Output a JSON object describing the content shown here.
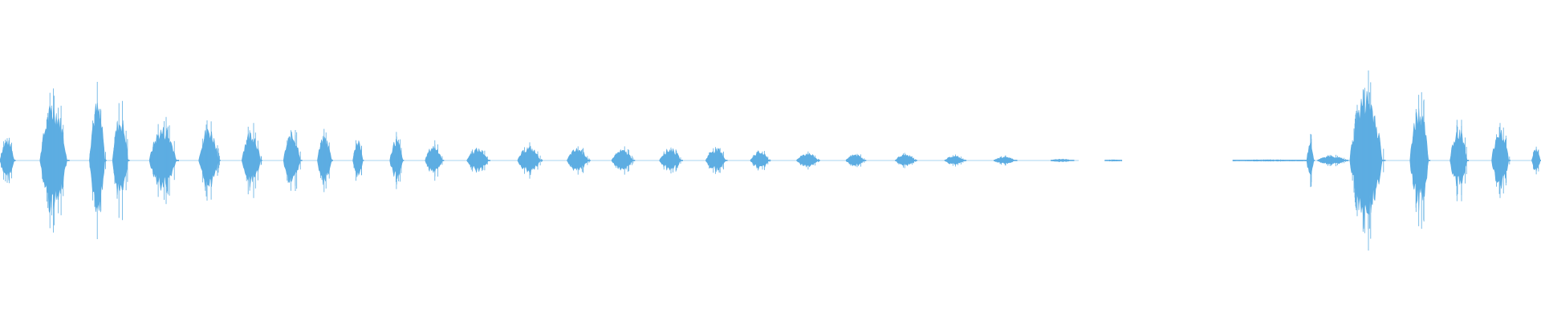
{
  "waveform": {
    "color": "#5dade2",
    "shape": "audio amplitude waveform",
    "segments": [
      {
        "start": 0.0,
        "end": 0.01,
        "amp": 0.14
      },
      {
        "start": 0.026,
        "end": 0.045,
        "amp": 0.38
      },
      {
        "start": 0.058,
        "end": 0.069,
        "amp": 0.38
      },
      {
        "start": 0.073,
        "end": 0.084,
        "amp": 0.3
      },
      {
        "start": 0.097,
        "end": 0.116,
        "amp": 0.22
      },
      {
        "start": 0.129,
        "end": 0.143,
        "amp": 0.22
      },
      {
        "start": 0.157,
        "end": 0.17,
        "amp": 0.2
      },
      {
        "start": 0.184,
        "end": 0.196,
        "amp": 0.18
      },
      {
        "start": 0.206,
        "end": 0.216,
        "amp": 0.16
      },
      {
        "start": 0.229,
        "end": 0.236,
        "amp": 0.13
      },
      {
        "start": 0.253,
        "end": 0.262,
        "amp": 0.14
      },
      {
        "start": 0.276,
        "end": 0.288,
        "amp": 0.1
      },
      {
        "start": 0.303,
        "end": 0.318,
        "amp": 0.08
      },
      {
        "start": 0.336,
        "end": 0.352,
        "amp": 0.09
      },
      {
        "start": 0.368,
        "end": 0.383,
        "amp": 0.08
      },
      {
        "start": 0.397,
        "end": 0.412,
        "amp": 0.07
      },
      {
        "start": 0.428,
        "end": 0.443,
        "amp": 0.08
      },
      {
        "start": 0.458,
        "end": 0.472,
        "amp": 0.08
      },
      {
        "start": 0.487,
        "end": 0.5,
        "amp": 0.06
      },
      {
        "start": 0.517,
        "end": 0.532,
        "amp": 0.05
      },
      {
        "start": 0.549,
        "end": 0.562,
        "amp": 0.04
      },
      {
        "start": 0.581,
        "end": 0.595,
        "amp": 0.04
      },
      {
        "start": 0.613,
        "end": 0.627,
        "amp": 0.03
      },
      {
        "start": 0.645,
        "end": 0.66,
        "amp": 0.025
      },
      {
        "start": 0.682,
        "end": 0.697,
        "amp": 0.01
      },
      {
        "start": 0.717,
        "end": 0.728,
        "amp": 0.005
      },
      {
        "start": 0.8,
        "end": 0.848,
        "amp": 0.005
      },
      {
        "start": 0.848,
        "end": 0.853,
        "amp": 0.13
      },
      {
        "start": 0.855,
        "end": 0.875,
        "amp": 0.03
      },
      {
        "start": 0.876,
        "end": 0.899,
        "amp": 0.46
      },
      {
        "start": 0.915,
        "end": 0.928,
        "amp": 0.36
      },
      {
        "start": 0.941,
        "end": 0.953,
        "amp": 0.22
      },
      {
        "start": 0.968,
        "end": 0.98,
        "amp": 0.22
      },
      {
        "start": 0.994,
        "end": 1.0,
        "amp": 0.08
      }
    ]
  }
}
